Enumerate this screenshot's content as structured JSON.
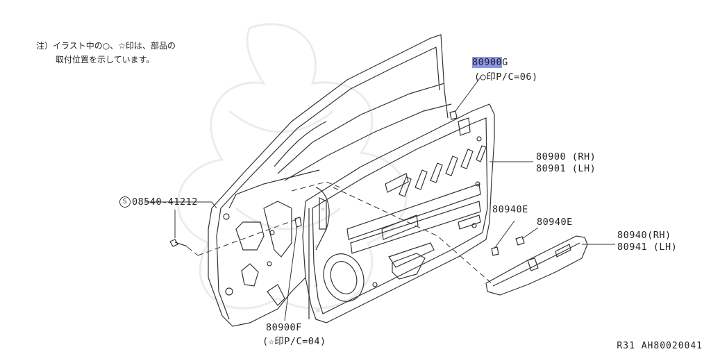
{
  "note": {
    "line1": "注）イラスト中の○、☆印は、部品の",
    "line2": "取付位置を示しています。"
  },
  "callouts": {
    "p80900g_hl": "80900",
    "p80900g_suffix": "G",
    "p80900g_sub": "(○印P/C=06)",
    "p80900_rh": "80900 (RH)",
    "p80901_lh": "80901 (LH)",
    "screw": "08540-41212",
    "screw_symbol": "S",
    "p80940e_a": "80940E",
    "p80940e_b": "80940E",
    "p80940_rh": "80940(RH)",
    "p80941_lh": "80941 (LH)",
    "p80900f": "80900F",
    "p80900f_sub": "(☆印P/C=04)"
  },
  "footer": {
    "code": "R31   AH80020041"
  },
  "colors": {
    "highlight": "#8e95e6",
    "line": "#333333"
  }
}
